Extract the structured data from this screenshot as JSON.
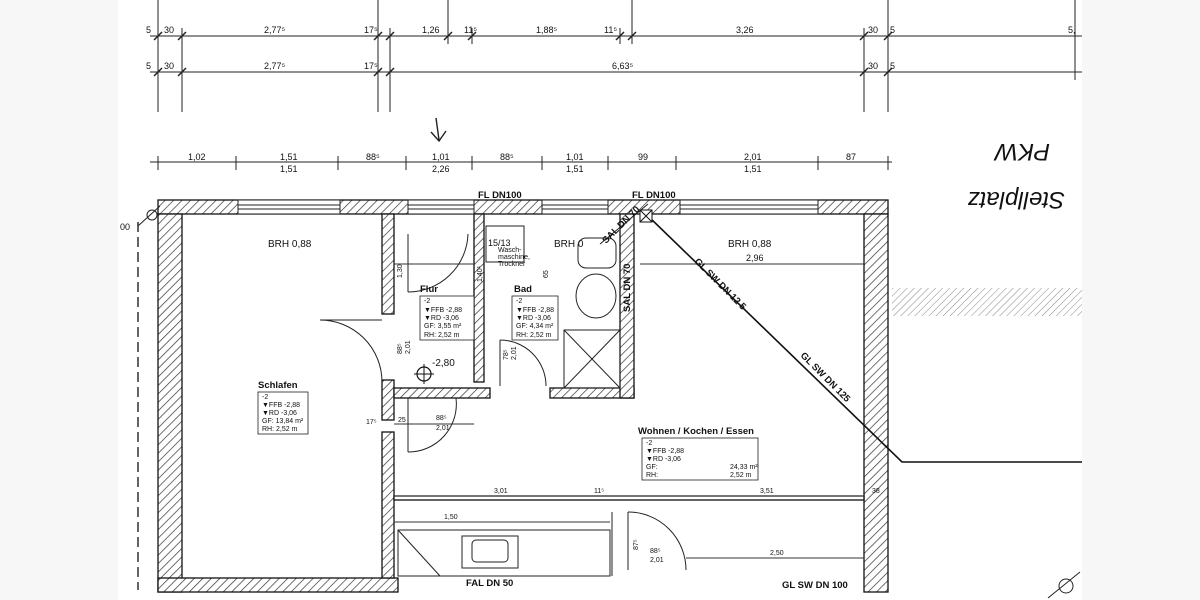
{
  "top_dims": {
    "row1": [
      "5",
      "30",
      "2,77⁵",
      "17⁵",
      "1,26",
      "11⁵",
      "1,88⁵",
      "11⁵",
      "3,26",
      "30",
      "5",
      "5,"
    ],
    "row2": [
      "5",
      "30",
      "2,77⁵",
      "17⁵",
      "6,63⁵",
      "30",
      "5"
    ],
    "row3a": [
      "1,02",
      "1,51",
      "88⁵",
      "1,01",
      "88⁵",
      "1,01",
      "99",
      "2,01",
      "87"
    ],
    "row3b": [
      "1,51",
      "2,26",
      "1,51",
      "1,51"
    ]
  },
  "labels": {
    "fl_dn100_a": "FL DN100",
    "fl_dn100_b": "FL DN100",
    "brh_left": "BRH 0,88",
    "brh_mid": "BRH 0",
    "brh_right": "BRH 0,88",
    "gl_sw_1": "GL SW DN 12 5",
    "gl_sw_2": "GL SW DN 125",
    "gl_sw_bottom": "GL SW DN 100",
    "fal_dn": "FAL DN 50",
    "sal_dn_1": "SAL DN 70",
    "sal_dn_2": "SAL DN 70",
    "dim_296": "2,96",
    "dim_1513": "15/13",
    "left_edge": "00",
    "waschmaschine": "Wasch-\nmaschine,\nTrockner"
  },
  "rooms": {
    "flur": {
      "name": "Flur",
      "lines": [
        "-2",
        "▼FFB -2,88",
        "▼RD -3,06",
        "GF: 3,55 m²",
        "RH: 2,52 m"
      ]
    },
    "bad": {
      "name": "Bad",
      "lines": [
        "-2",
        "▼FFB -2,88",
        "▼RD -3,06",
        "GF: 4,34 m²",
        "RH: 2,52 m"
      ]
    },
    "schlafen": {
      "name": "Schlafen",
      "lines": [
        "-2",
        "▼FFB -2,88",
        "▼RD -3,06",
        "GF: 13,84 m²",
        "RH: 2,52 m"
      ]
    },
    "wohnen": {
      "name": "Wohnen / Kochen / Essen",
      "lines": [
        "-2",
        "▼FFB -2,88",
        "▼RD -3,06",
        "GF:",
        "RH:"
      ],
      "values": [
        "24,33 m²",
        "2,52 m"
      ]
    }
  },
  "interior_dims": {
    "flur_130": "1,30",
    "flur_1401": "1,40¹",
    "bad_65": "65",
    "door_885": "88⁵",
    "door_201": "2,01",
    "level": "-2,80",
    "d_175": "17⁵",
    "d_25": "25",
    "d_8855": "88⁵",
    "d_2015": "2,01",
    "d_785": "78⁵",
    "d_2012": "2,01",
    "d_301": "3,01",
    "d_115": "11⁵",
    "d_351": "3,51",
    "d_38": "38",
    "d_150": "1,50",
    "d_875": "87⁵",
    "d_8853": "88⁵",
    "d_2013": "2,01",
    "d_250": "2,50"
  },
  "handwritten": {
    "line1": "Stellplatz",
    "line2": "PKW"
  }
}
